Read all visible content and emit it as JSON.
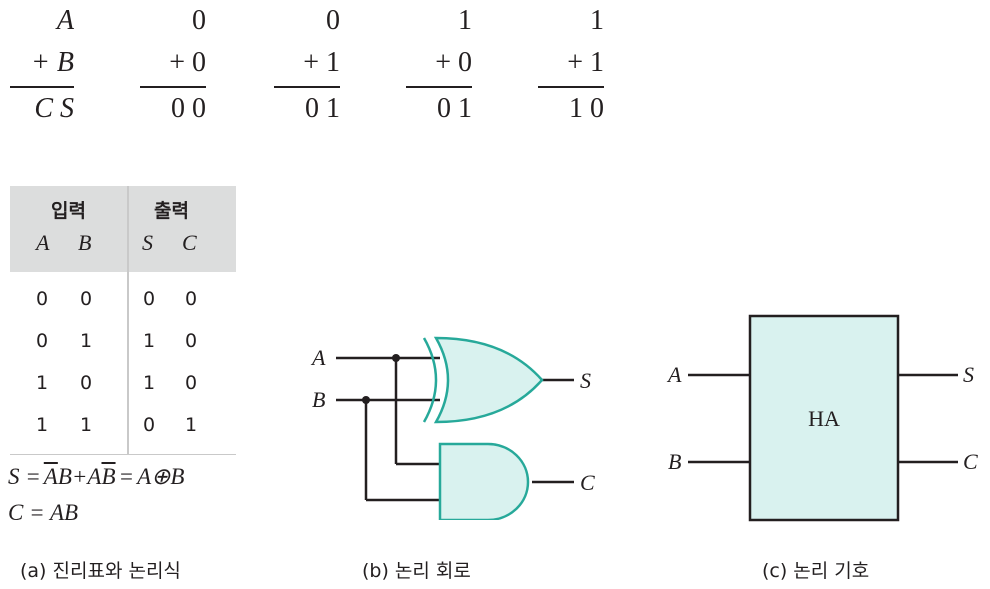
{
  "addition_examples": [
    {
      "top": "A",
      "bottom": "+ B",
      "result": "C S"
    },
    {
      "top": "0",
      "bottom": "+ 0",
      "result": "0 0"
    },
    {
      "top": "0",
      "bottom": "+ 1",
      "result": "0 1"
    },
    {
      "top": "1",
      "bottom": "+ 0",
      "result": "0 1"
    },
    {
      "top": "1",
      "bottom": "+ 1",
      "result": "1 0"
    }
  ],
  "truth_table": {
    "input_header": "입력",
    "output_header": "출력",
    "input_vars": [
      "A",
      "B"
    ],
    "output_vars": [
      "S",
      "C"
    ],
    "rows": [
      [
        "0",
        "0",
        "0",
        "0"
      ],
      [
        "0",
        "1",
        "1",
        "0"
      ],
      [
        "1",
        "0",
        "1",
        "0"
      ],
      [
        "1",
        "1",
        "0",
        "1"
      ]
    ]
  },
  "equations": {
    "s_lhs": "S =",
    "s_a_bar": "A",
    "s_b1": "B+",
    "s_a2": "A",
    "s_b_bar": "B",
    "s_eq2": "=",
    "s_xor": "A⊕B",
    "c_line": "C = AB"
  },
  "circuit": {
    "input_a": "A",
    "input_b": "B",
    "output_s": "S",
    "output_c": "C"
  },
  "symbol": {
    "input_a": "A",
    "input_b": "B",
    "output_s": "S",
    "output_c": "C",
    "block_label": "HA"
  },
  "captions": {
    "a": "(a) 진리표와 논리식",
    "b": "(b) 논리 회로",
    "c": "(c) 논리 기호"
  },
  "colors": {
    "gate_fill": "#d9f2ef",
    "gate_stroke": "#27a99a",
    "wire": "#231f20",
    "table_header_bg": "#dcdddd"
  }
}
